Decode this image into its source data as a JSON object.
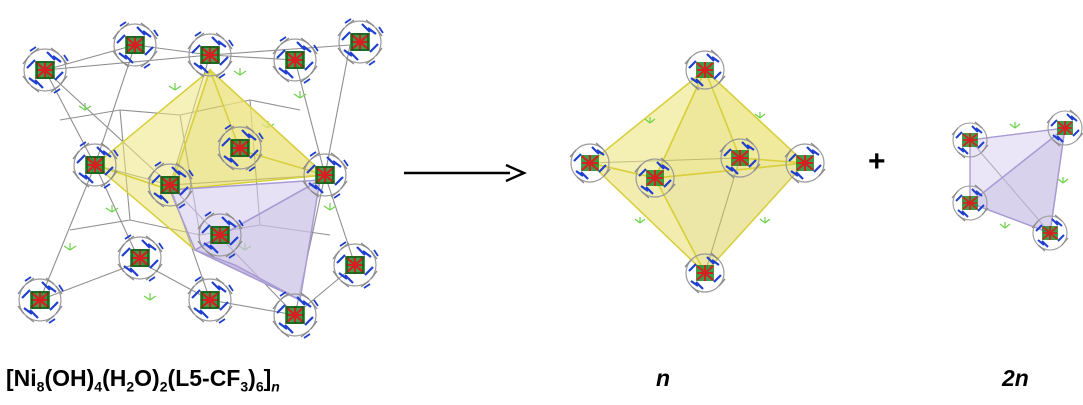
{
  "labels": {
    "formula_parts": {
      "p1": "[Ni",
      "s1": "8",
      "p2": "(OH)",
      "s2": "4",
      "p3": "(H",
      "s3": "2",
      "p4": "O)",
      "s4": "2",
      "p5": "(L5-CF",
      "s5": "3",
      "p6": ")",
      "s6": "6",
      "p7": "]",
      "s7": "n"
    },
    "product_one": "n",
    "product_two": "2n",
    "plus_sign": "+"
  },
  "colors": {
    "octahedron_fill": "#e9e27a",
    "octahedron_edge": "#d8cf3a",
    "tetrahedron_fill": "#c9bfe6",
    "tetrahedron_edge": "#a89bd4",
    "nickel": "#1f8a2a",
    "oxygen": "#d42020",
    "nitrogen": "#1f3fd0",
    "linker": "#8a8a8a",
    "fluorine": "#6cd24a"
  },
  "icons": {
    "arrow": "right-arrow-icon",
    "cluster": "ni8-cluster-icon"
  }
}
